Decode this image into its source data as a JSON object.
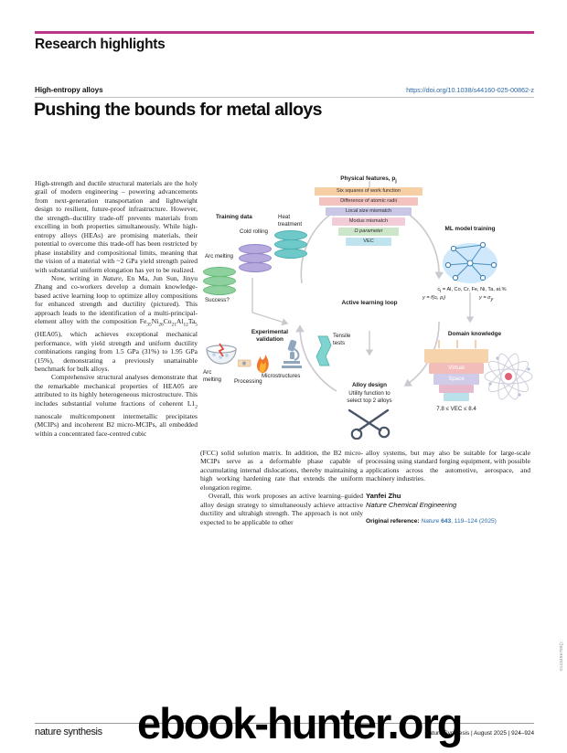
{
  "header": {
    "section_title": "Research highlights",
    "kicker": "High-entropy alloys",
    "doi": "https://doi.org/10.1038/s44160-025-00862-z",
    "headline": "Pushing the bounds for metal alloys",
    "rule_color": "#b9368b"
  },
  "body": {
    "col1_p1": "High-strength and ductile structural materials are the holy grail of modern engineering – powering advancements from next-generation transportation and lightweight design to resilient, future-proof infrastructure. However, the strength–ductility trade-off prevents materials from excelling in both properties simultaneously. While high-entropy alloys (HEAs) are promising materials, their potential to overcome this trade-off has been restricted by phase instability and compositional limits, meaning that the vision of a material with ~2 GPa yield strength paired with substantial uniform elongation has yet to be realized.",
    "col1_p2_a": "Now, writing in ",
    "col1_p2_journal": "Nature",
    "col1_p2_b": ", En Ma, Jun Sun, Jinyu Zhang and co-workers develop a domain knowledge-based active learning loop to optimize alloy compositions for enhanced strength and ductility (pictured). This approach leads to the identification of a multi-principal-element alloy with the composition Fe",
    "col1_sub1": "35",
    "col1_el2": "Ni",
    "col1_sub2": "26",
    "col1_el3": "Co",
    "col1_sub3": "21",
    "col1_el4": "Al",
    "col1_sub4": "12",
    "col1_el5": "Ta",
    "col1_sub5": "5",
    "col1_p2_c": " (HEA05), which achieves exceptional mechanical performance, with yield strength and uniform ductility combinations ranging from 1.5 GPa (31%) to 1.95 GPa (15%), demonstrating a previously unattainable benchmark for bulk alloys.",
    "col1_p3_a": "Comprehensive structural analyses demonstrate that the remarkable mechanical properties of HEA05 are attributed to its highly heterogeneous microstructure. This includes substantial volume fractions of coherent L1",
    "col1_p3_sub": "2",
    "col1_p3_b": " nanoscale multicomponent intermetallic precipitates (MCIPs) and incoherent B2 micro-MCIPs, all embedded within a concentrated face-centred cubic",
    "col2_p1": "(FCC) solid solution matrix. In addition, the B2 micro-MCIPs serve as a deformable phase capable of accumulating internal dislocations, thereby maintaining a high working hardening rate that extends the uniform elongation regime.",
    "col2_p2": "Overall, this work proposes an active learning–guided alloy design strategy to simultaneously achieve attractive ductility and ultrahigh strength. The approach is not only expected to be applicable to other",
    "col3_p1": "alloy systems, but may also be suitable for large-scale processing using standard forging equipment, with possible applications across the automotive, aerospace, and machinery industries.",
    "author": "Yanfei Zhu",
    "affiliation": "Nature Chemical Engineering",
    "origref_label": "Original reference:",
    "origref_journal": "Nature",
    "origref_vol": "643",
    "origref_pages": ", 119–124 (2025)"
  },
  "figure": {
    "physical_features_title": "Physical features, p",
    "physical_features_sub": "j",
    "features": [
      {
        "label": "Six squares of work function",
        "color": "#f7cfa4"
      },
      {
        "label": "Difference of atomic radii",
        "color": "#f4c3c0"
      },
      {
        "label": "Local size mismatch",
        "color": "#c9c6e6"
      },
      {
        "label": "Modus mismatch",
        "color": "#f2cdd8"
      },
      {
        "label": "Ω parameter",
        "color": "#cbe6c8"
      },
      {
        "label": "VEC",
        "color": "#bfe3ef"
      }
    ],
    "training_data_title": "Training data",
    "training_stacks": [
      {
        "label": "Arc melting",
        "color": "#8fd19e"
      },
      {
        "label": "Cold rolling",
        "color": "#b5a9dd"
      },
      {
        "label": "Heat treatment",
        "color": "#6fc9c9"
      }
    ],
    "success_label": "Success?",
    "loop_label": "Active learning loop",
    "ml_title": "ML model training",
    "ml_eq1_a": "c",
    "ml_eq1_sub": "i",
    "ml_eq1_b": " = Al, Co, Cr, Fe, Ni, Ta, at.%",
    "ml_eq2": "y = f(cᵢ, pⱼ)",
    "ml_eq3": "y = σ",
    "ml_eq3_sub": "y",
    "domain_title": "Domain knowledge",
    "domain_line1": "Virtual",
    "domain_line2": "Space",
    "domain_vec": "7.8 ≤ VEC ≤ 8.4",
    "alloy_design_title": "Alloy design",
    "alloy_design_sub1": "Utility function to",
    "alloy_design_sub2": "select top 2 alloys",
    "experimental_title_1": "Experimental",
    "experimental_title_2": "validation",
    "exp_arc_1": "Arc",
    "exp_arc_2": "melting",
    "exp_processing": "Processing",
    "exp_micro": "Microstructures",
    "exp_tensile_1": "Tensile",
    "exp_tensile_2": "tests"
  },
  "footer": {
    "brand": "nature synthesis",
    "volume_line": "Nature Synthesis | August 2025 | 924–924",
    "side_note": "0123456789();:",
    "watermark": "ebook-hunter.org"
  }
}
